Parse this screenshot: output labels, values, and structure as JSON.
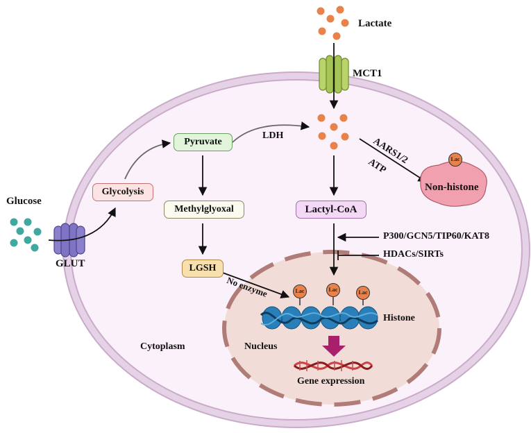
{
  "labels": {
    "lactate": "Lactate",
    "mct1": "MCT1",
    "glucose": "Glucose",
    "glut": "GLUT",
    "ldh": "LDH",
    "aars": "AARS1/2",
    "atp": "ATP",
    "no_enzyme": "No enzyme",
    "writers": "P300/GCN5/TIP60/KAT8",
    "erasers": "HDACs/SIRTs",
    "histone": "Histone",
    "cytoplasm": "Cytoplasm",
    "nucleus": "Nucleus",
    "gene_expression": "Gene expression"
  },
  "boxes": {
    "pyruvate": "Pyruvate",
    "glycolysis": "Glycolysis",
    "methylglyoxal": "Methylglyoxal",
    "lactyl_coa": "Lactyl-CoA",
    "lgsh": "LGSH",
    "non_histone": "Non-histone"
  },
  "lac_tag": "Lac",
  "colors": {
    "cell_membrane": "#d8c0d8",
    "cytoplasm_fill": "#fbf1fa",
    "nucleus_fill": "#f2dcd8",
    "nucleus_border": "#b07c78",
    "lactate_dot": "#e8824a",
    "glucose_dot": "#3fa8a0",
    "mct1": "#b9d46a",
    "glut": "#7f74c4",
    "dna_strand": "#2b7fb8",
    "arrow_down": "#a8206c",
    "gene_dna": "#d04040",
    "pyruvate_box": "#e2f4dc",
    "glycolysis_box": "#fde4e4",
    "methylglyoxal_box": "#fbfaee",
    "lactyl_coa_box": "#f3d9f5",
    "lgsh_box": "#f8dfae",
    "non_histone": "#f0a0ae"
  }
}
